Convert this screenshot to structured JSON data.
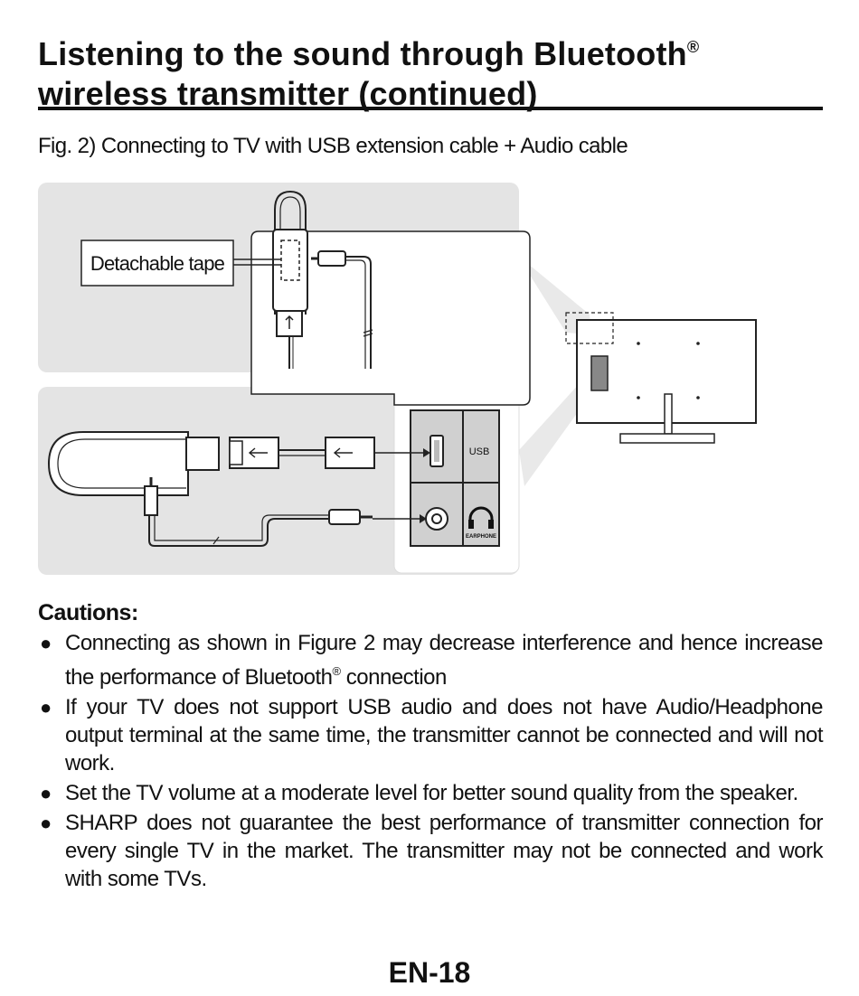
{
  "title": {
    "part1": "Listening to the sound through Bluetooth",
    "registered": "®",
    "part2": " wireless transmitter (continued)"
  },
  "figure_caption": "Fig. 2) Connecting to TV with USB extension cable + Audio cable",
  "diagram": {
    "callout_label": "Detachable tape",
    "usb_port_label": "USB",
    "earphone_port_label": "EARPHONE"
  },
  "cautions": {
    "heading": "Cautions:",
    "items": [
      {
        "text_a": "Connecting as shown in Figure 2 may decrease interference and hence increase the performance of Bluetooth",
        "registered": "®",
        "text_b": " connection"
      },
      {
        "text": "If your TV does not support USB audio and does not have Audio/Headphone output terminal at the same time, the transmitter cannot be connected and will not work."
      },
      {
        "text": "Set the TV volume at a moderate level for better sound quality from the speaker."
      },
      {
        "text": "SHARP does not guarantee the best performance of transmitter connection for every single TV in the market. The transmitter may not be connected and work with some TVs."
      }
    ]
  },
  "page_number": "EN-18"
}
